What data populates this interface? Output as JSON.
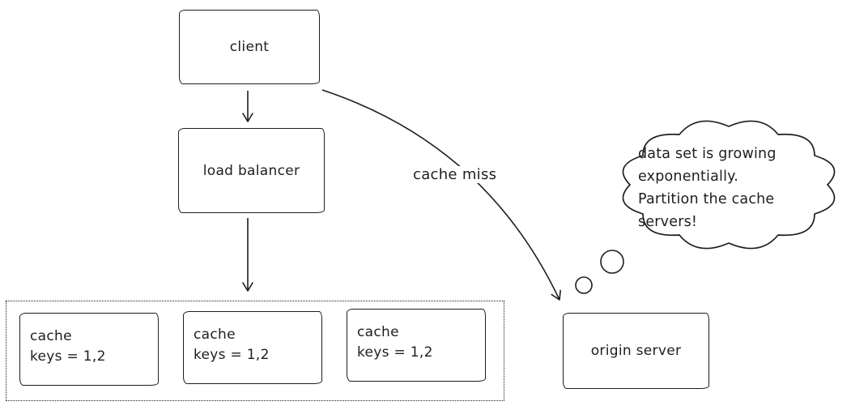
{
  "nodes": {
    "client": {
      "label": "client"
    },
    "load_balancer": {
      "label": "load balancer"
    },
    "origin_server": {
      "label": "origin server"
    },
    "cache_servers": [
      {
        "name": "cache",
        "keys": "keys = 1,2"
      },
      {
        "name": "cache",
        "keys": "keys = 1,2"
      },
      {
        "name": "cache",
        "keys": "keys = 1,2"
      }
    ]
  },
  "edges": {
    "cache_miss_label": "cache miss"
  },
  "thought_bubble": {
    "lines": [
      "data set is growing",
      "exponentially.",
      "Partition the cache",
      "servers!"
    ]
  },
  "colors": {
    "stroke": "#1e1e1e",
    "background": "#ffffff"
  }
}
